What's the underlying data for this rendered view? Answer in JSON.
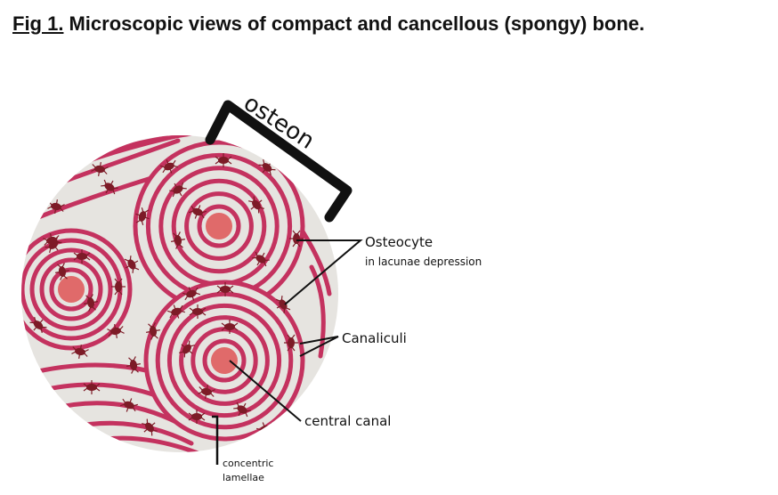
{
  "title": {
    "fig_number": "Fig 1.",
    "text": "Microscopic views of compact and cancellous (spongy) bone."
  },
  "labels": {
    "osteon": "osteon",
    "osteocyte_line1": "Osteocyte",
    "osteocyte_line2": "in lacunae depression",
    "canaliculi": "Canaliculi",
    "central_canal": "central canal",
    "lamellae_line1": "concentric",
    "lamellae_line2": "lamellae"
  },
  "colors": {
    "background_tissue": "#e6e4e0",
    "lamella_ring": "#c4325f",
    "central_canal": "#e06a6a",
    "osteocyte": "#7d1b27",
    "annotation_line": "#111111"
  }
}
